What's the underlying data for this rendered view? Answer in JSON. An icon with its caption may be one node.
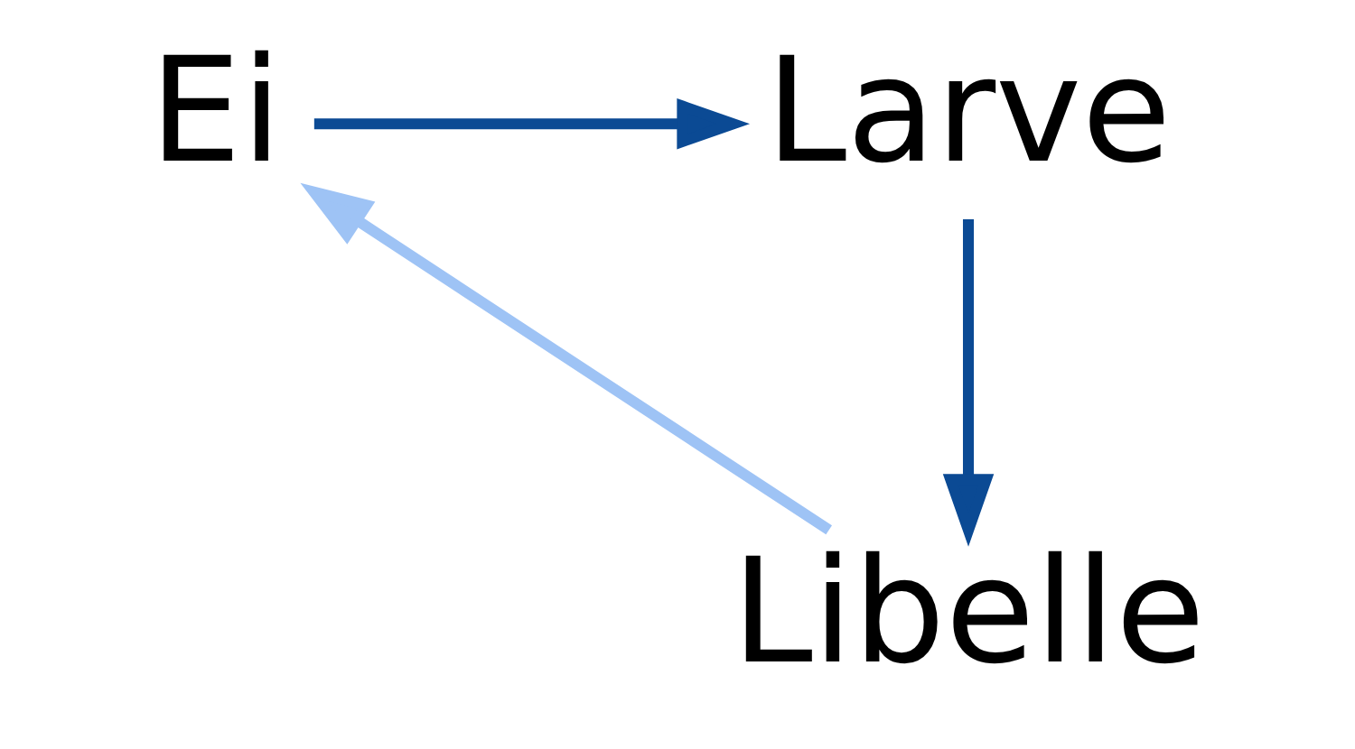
{
  "diagram": {
    "nodes": [
      {
        "text": [
          "Ei"
        ]
      },
      {
        "text": [
          "Larve"
        ]
      },
      {
        "text": [
          "Libelle"
        ]
      }
    ],
    "edges": [
      {
        "from": 0,
        "to": 1,
        "arrow": "to"
      },
      {
        "from": 1,
        "to": 2,
        "arrow": "to"
      },
      {
        "from": 2,
        "to": 0,
        "arrow": "to",
        "color": "#9ec3f5"
      }
    ]
  }
}
